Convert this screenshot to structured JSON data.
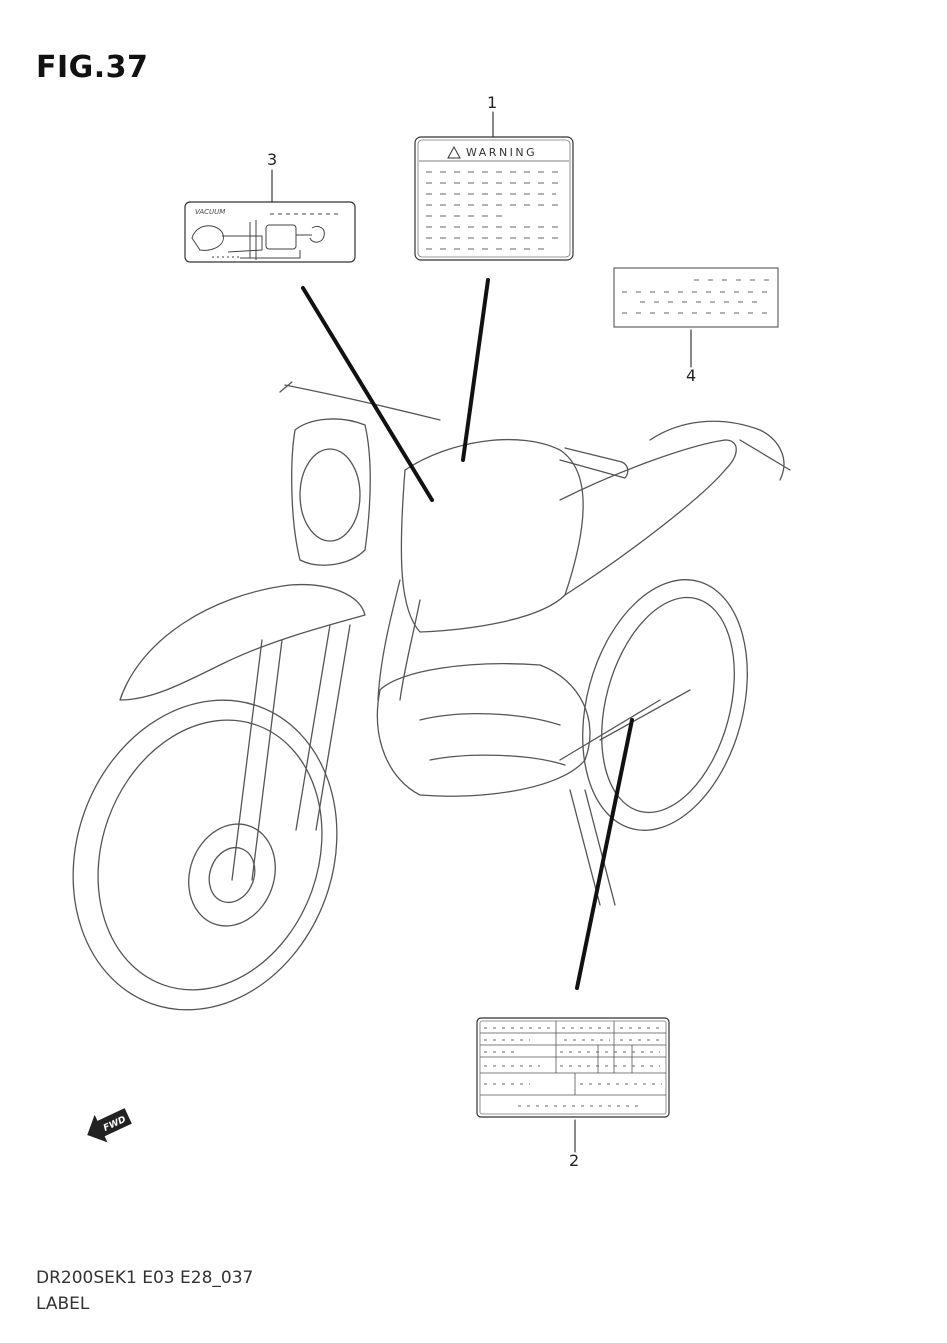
{
  "figure": {
    "title": "FIG.37",
    "callouts": {
      "c1": "1",
      "c2": "2",
      "c3": "3",
      "c4": "4"
    },
    "label_1_heading": "WARNING",
    "label_3_text": "VACUUM",
    "fwd_text": "FWD"
  },
  "footer": {
    "model_code": "DR200SEK1 E03 E28_037",
    "section_name": "LABEL"
  }
}
